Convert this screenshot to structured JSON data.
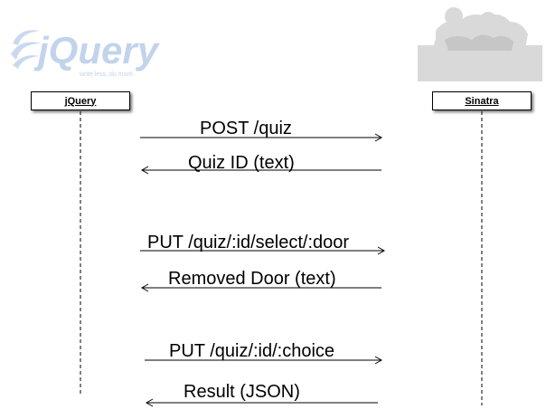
{
  "logos": {
    "left_text": "jQuery",
    "left_tagline": "write less, do more."
  },
  "participants": [
    {
      "id": "jquery",
      "label": "jQuery"
    },
    {
      "id": "sinatra",
      "label": "Sinatra"
    }
  ],
  "messages": [
    {
      "label": "POST /quiz",
      "direction": "right"
    },
    {
      "label": "Quiz ID (text)",
      "direction": "left"
    },
    {
      "label": "PUT /quiz/:id/select/:door",
      "direction": "right"
    },
    {
      "label": "Removed Door (text)",
      "direction": "left"
    },
    {
      "label": "PUT /quiz/:id/:choice",
      "direction": "right"
    },
    {
      "label": "Result (JSON)",
      "direction": "left"
    }
  ],
  "colors": {
    "line": "#000000",
    "logo_jquery": "#b9cbe6",
    "logo_sinatra": "#d9d9d9"
  }
}
